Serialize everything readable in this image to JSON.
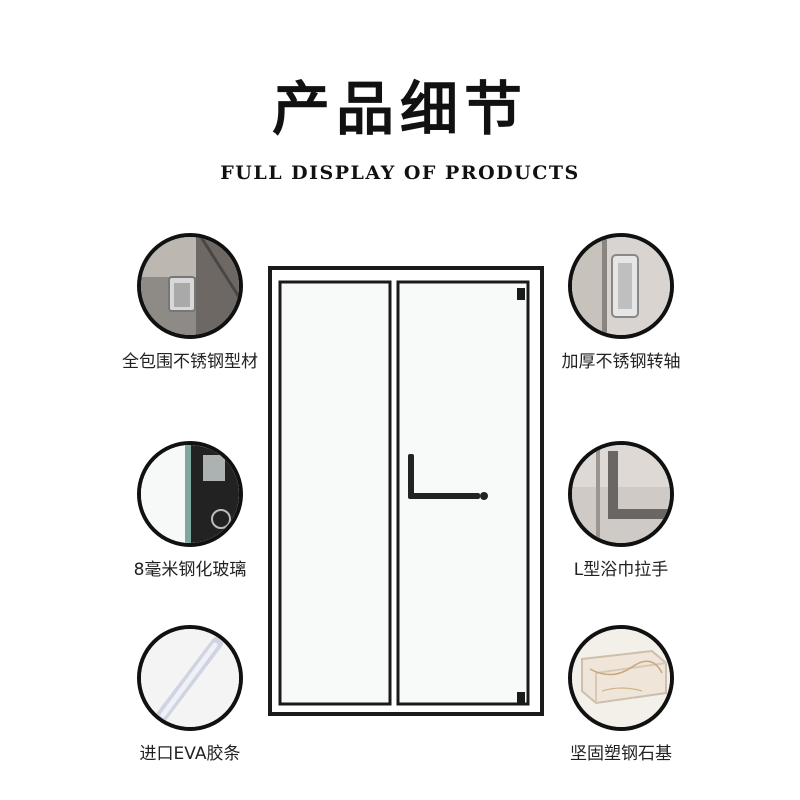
{
  "header": {
    "title": "产品细节",
    "subtitle": "FULL DISPLAY OF PRODUCTS"
  },
  "features": {
    "left": [
      {
        "label": "全包围不锈钢型材",
        "icon": "frame-profile-icon"
      },
      {
        "label": "8毫米钢化玻璃",
        "icon": "tempered-glass-icon"
      },
      {
        "label": "进口EVA胶条",
        "icon": "eva-strip-icon"
      }
    ],
    "right": [
      {
        "label": "加厚不锈钢转轴",
        "icon": "pivot-hinge-icon"
      },
      {
        "label": "L型浴巾拉手",
        "icon": "l-handle-icon"
      },
      {
        "label": "坚固塑钢石基",
        "icon": "stone-base-icon"
      }
    ]
  },
  "colors": {
    "frame": "#1a1a1a",
    "border": "#111111",
    "background": "#ffffff"
  }
}
